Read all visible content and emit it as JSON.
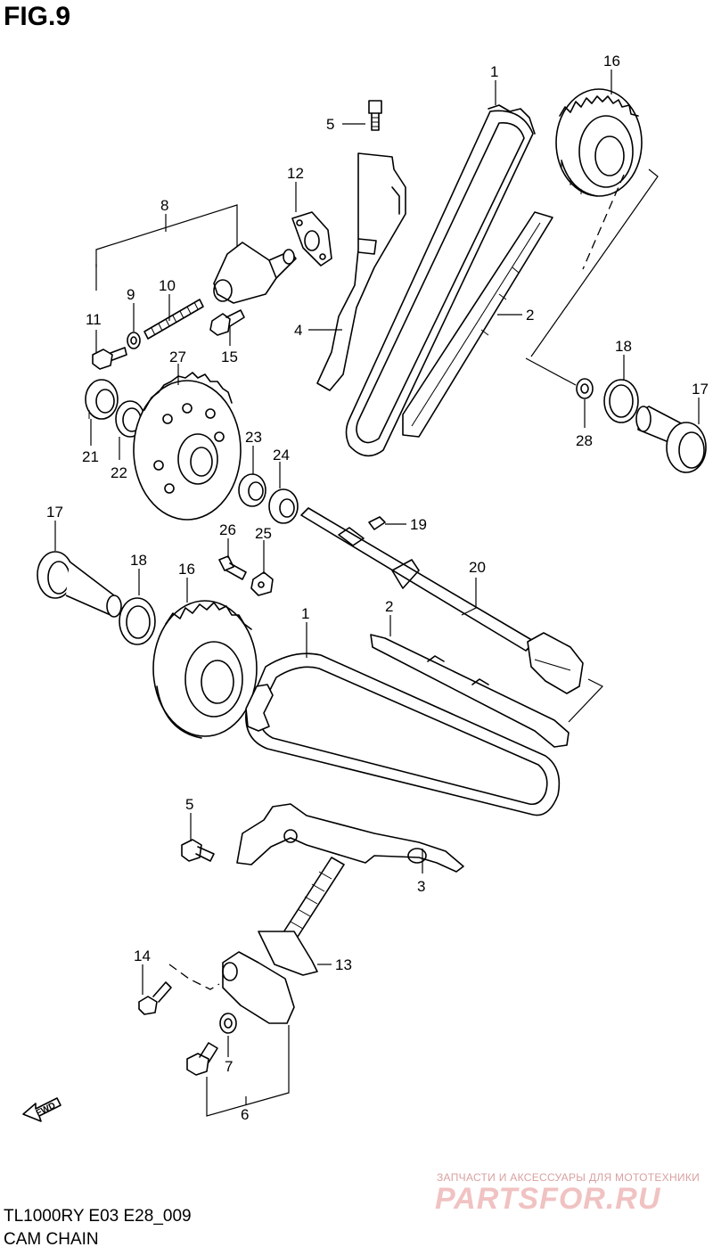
{
  "figure": {
    "title": "FIG.9",
    "model_line": "TL1000RY E03 E28_009",
    "caption": "CAM CHAIN"
  },
  "callouts": {
    "c1a": "1",
    "c1b": "1",
    "c2a": "2",
    "c2b": "2",
    "c3": "3",
    "c4": "4",
    "c5a": "5",
    "c5b": "5",
    "c6": "6",
    "c7": "7",
    "c8": "8",
    "c9": "9",
    "c10": "10",
    "c11": "11",
    "c12": "12",
    "c13": "13",
    "c14": "14",
    "c15": "15",
    "c16a": "16",
    "c16b": "16",
    "c17a": "17",
    "c17b": "17",
    "c18a": "18",
    "c18b": "18",
    "c19": "19",
    "c20": "20",
    "c21": "21",
    "c22": "22",
    "c23": "23",
    "c24": "24",
    "c25": "25",
    "c26": "26",
    "c27": "27",
    "c28": "28"
  },
  "fwd_label": "FWD",
  "watermark": {
    "tagline": "ЗАПЧАСТИ И АКСЕССУАРЫ ДЛЯ МОТОТЕХНИКИ",
    "brand": "PARTSFOR.RU"
  }
}
